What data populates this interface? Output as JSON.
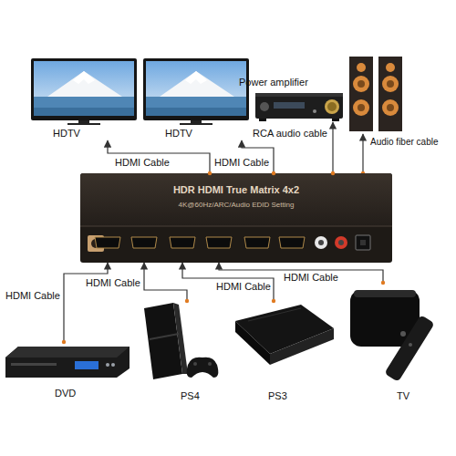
{
  "diagram": {
    "nodes": [
      {
        "text": [
          "HDTV"
        ]
      },
      {
        "text": [
          "HDTV"
        ]
      },
      {
        "text": [
          "Power amplifier"
        ]
      },
      {
        "text": [
          "HDR HDMI True Matrix 4x2",
          "4K@60Hz/ARC/Audio EDID Setting"
        ]
      },
      {
        "text": [
          "DVD"
        ]
      },
      {
        "text": [
          "PS4"
        ]
      },
      {
        "text": [
          "PS3"
        ]
      },
      {
        "text": [
          "TV"
        ]
      }
    ],
    "edges": [
      {
        "from": 3,
        "to": 0,
        "label": "HDMI Cable",
        "arrow": "to"
      },
      {
        "from": 3,
        "to": 1,
        "label": "HDMI Cable",
        "arrow": "to"
      },
      {
        "from": 3,
        "to": 2,
        "label": "RCA audio cable",
        "arrow": "to"
      },
      {
        "from": 4,
        "to": 3,
        "label": "HDMI Cable",
        "arrow": "to"
      },
      {
        "from": 5,
        "to": 3,
        "label": "HDMI Cable",
        "arrow": "to"
      },
      {
        "from": 6,
        "to": 3,
        "label": "HDMI Cable",
        "arrow": "to"
      },
      {
        "from": 7,
        "to": 3,
        "label": "HDMI Cable",
        "arrow": "to"
      }
    ],
    "labels": [
      "Audio fiber cable"
    ]
  }
}
